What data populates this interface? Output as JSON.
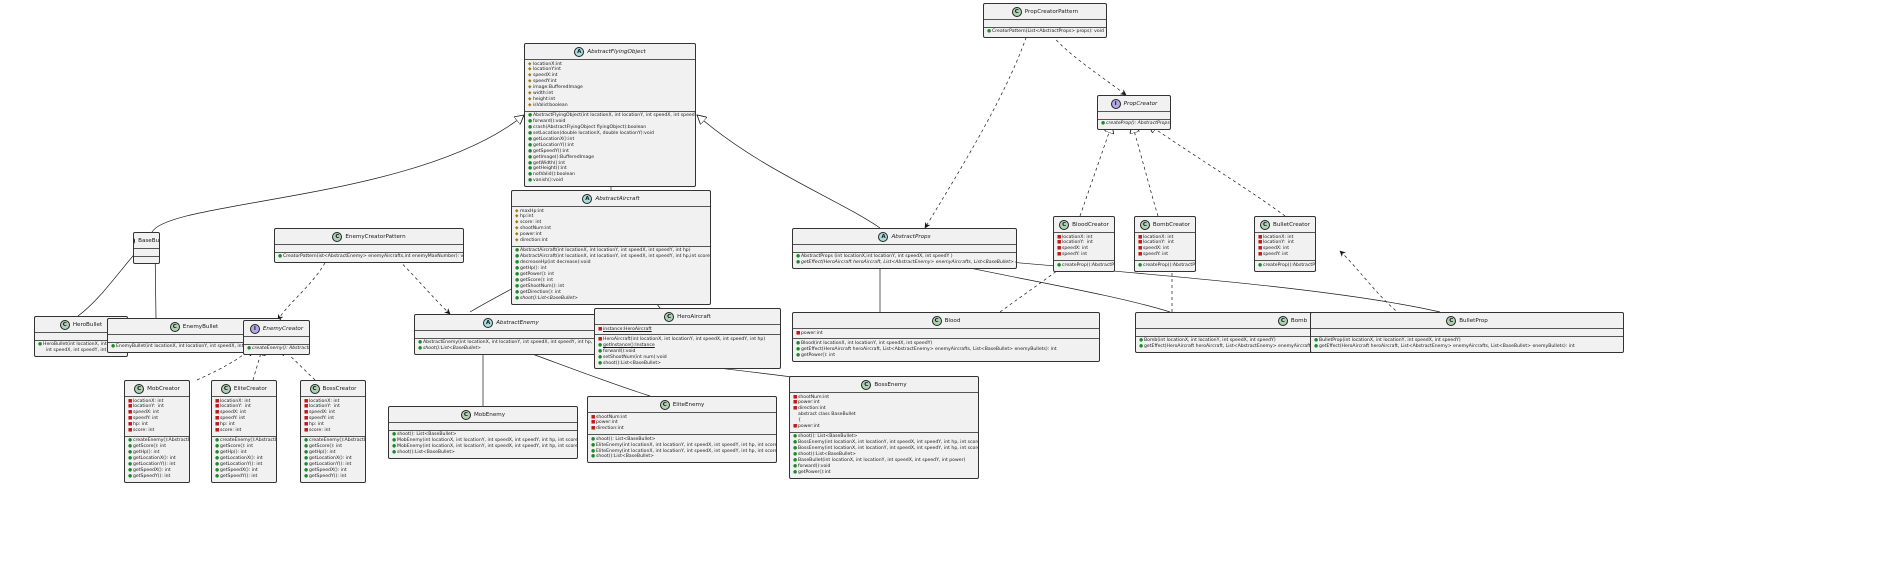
{
  "colors": {
    "class_badge": "#add1b2",
    "abstract_badge": "#a9dcdf",
    "interface_badge": "#b4a7e5",
    "box_fill": "#f1f1f1",
    "public": "#1d8a2a",
    "protected": "#a07d12",
    "private": "#c21a1a"
  },
  "classes": [
    {
      "id": "propcreatorpattern",
      "name": "PropCreatorPattern",
      "kind": "C",
      "fields": [],
      "methods": [
        {
          "v": "+",
          "t": "CreatorPattern(List<AbstractProps> props): void"
        }
      ]
    },
    {
      "id": "abstractflyingobject",
      "name": "AbstractFlyingObject",
      "kind": "A",
      "fields": [
        {
          "v": "#",
          "t": "locationX:int"
        },
        {
          "v": "#",
          "t": "locationY:int"
        },
        {
          "v": "#",
          "t": "speedX:int"
        },
        {
          "v": "#",
          "t": "speedY:int"
        },
        {
          "v": "#",
          "t": "image:BufferedImage"
        },
        {
          "v": "#",
          "t": "width:int"
        },
        {
          "v": "#",
          "t": "height:int"
        },
        {
          "v": "#",
          "t": "isValid:boolean"
        }
      ],
      "methods": [
        {
          "v": "+",
          "t": "AbstractFlyingObject(int locationX, int locationY, int speedX, int speedY)"
        },
        {
          "v": "+",
          "t": "forward():void"
        },
        {
          "v": "+",
          "t": "crash(AbstractFlyingObject flyingObject):boolean"
        },
        {
          "v": "+",
          "t": "setLocation(double locationX, double locationY):void"
        },
        {
          "v": "+",
          "t": "getLocationX():int"
        },
        {
          "v": "+",
          "t": "getLocationY():int"
        },
        {
          "v": "+",
          "t": "getSpeedY():int"
        },
        {
          "v": "+",
          "t": "getImage():BufferedImage"
        },
        {
          "v": "+",
          "t": "getWidth():int"
        },
        {
          "v": "+",
          "t": "getHeight():int"
        },
        {
          "v": "+",
          "t": "notValid():boolean"
        },
        {
          "v": "+",
          "t": "vanish():void"
        }
      ]
    },
    {
      "id": "propcreator",
      "name": "PropCreator",
      "kind": "I",
      "fields": [],
      "methods": [
        {
          "v": "+",
          "t": "createProp(): AbstractProps",
          "it": true
        }
      ]
    },
    {
      "id": "abstractaircraft",
      "name": "AbstractAircraft",
      "kind": "A",
      "fields": [
        {
          "v": "#",
          "t": "maxHp:int"
        },
        {
          "v": "#",
          "t": "hp:int"
        },
        {
          "v": "#",
          "t": "score: int"
        },
        {
          "v": "#",
          "t": "shootNum:int"
        },
        {
          "v": "#",
          "t": "power:int"
        },
        {
          "v": "#",
          "t": "direction:int"
        }
      ],
      "methods": [
        {
          "v": "+",
          "t": "AbstractAircraft(int locationX, int locationY, int speedX, int speedY, int hp)"
        },
        {
          "v": "+",
          "t": "AbstractAircraft(int locationX, int locationY, int speedX, int speedY, int hp,int score)"
        },
        {
          "v": "+",
          "t": "decreaseHp(int decrease):void"
        },
        {
          "v": "+",
          "t": "getHp(): int"
        },
        {
          "v": "+",
          "t": "getPower(): int"
        },
        {
          "v": "+",
          "t": "getScore(): int"
        },
        {
          "v": "+",
          "t": "getShootNum(): int"
        },
        {
          "v": "+",
          "t": "getDirection(): int"
        },
        {
          "v": "+",
          "t": "shoot():List<BaseBullet>",
          "it": true
        }
      ]
    },
    {
      "id": "abstractprops",
      "name": "AbstractProps",
      "kind": "A",
      "fields": [],
      "methods": [
        {
          "v": "+",
          "t": "AbstractProps (int locationX,int locationY, int speedX, int speedY )"
        },
        {
          "v": "+",
          "t": "getEffect(HeroAircraft heroAircraft, List<AbstractEnemy> enemyAircrafts, List<BaseBullet> enemyBullets):int",
          "it": true
        }
      ]
    },
    {
      "id": "bloodcreator",
      "name": "BloodCreator",
      "kind": "C",
      "fields": [
        {
          "v": "-",
          "t": "locationX: int"
        },
        {
          "v": "-",
          "t": "locationY:  int"
        },
        {
          "v": "-",
          "t": "speedX: int"
        },
        {
          "v": "-",
          "t": "speedY: int"
        }
      ],
      "methods": [
        {
          "v": "+",
          "t": "createProp():AbstractProps"
        }
      ]
    },
    {
      "id": "bombcreator",
      "name": "BombCreator",
      "kind": "C",
      "fields": [
        {
          "v": "-",
          "t": "locationX: int"
        },
        {
          "v": "-",
          "t": "locationY:  int"
        },
        {
          "v": "-",
          "t": "speedX: int"
        },
        {
          "v": "-",
          "t": "speedY: int"
        }
      ],
      "methods": [
        {
          "v": "+",
          "t": "createProp():AbstractProps"
        }
      ]
    },
    {
      "id": "bulletcreator",
      "name": "BulletCreator",
      "kind": "C",
      "fields": [
        {
          "v": "-",
          "t": "locationX: int"
        },
        {
          "v": "-",
          "t": "locationY:  int"
        },
        {
          "v": "-",
          "t": "speedX: int"
        },
        {
          "v": "-",
          "t": "speedY: int"
        }
      ],
      "methods": [
        {
          "v": "+",
          "t": "createProp():AbstractProps"
        }
      ]
    },
    {
      "id": "basebullet",
      "name": "BaseBullet",
      "kind": "C",
      "fields": [],
      "methods": []
    },
    {
      "id": "enemycreatorpattern",
      "name": "EnemyCreatorPattern",
      "kind": "C",
      "fields": [],
      "methods": [
        {
          "v": "+",
          "t": "CreatorPattern(ist<AbstractEnemy> enemyAircrafts,int enemyMaxNumber): void"
        }
      ]
    },
    {
      "id": "herobullet",
      "name": "HeroBullet",
      "kind": "C",
      "fields": [],
      "methods": [
        {
          "v": "+",
          "t": "HeroBullet(int locationX, int locationY,"
        },
        {
          "v": "",
          "t": "  int speedX, int speedY, int power)"
        }
      ]
    },
    {
      "id": "enemybullet",
      "name": "EnemyBullet",
      "kind": "C",
      "fields": [],
      "methods": [
        {
          "v": "+",
          "t": "EnemyBullet(int locationX, int locationY, int speedX, int speedY, int power)"
        }
      ]
    },
    {
      "id": "enemycreator",
      "name": "EnemyCreator",
      "kind": "I",
      "fields": [],
      "methods": [
        {
          "v": "+",
          "t": "createEnemy(): AbstractEnemy",
          "it": true
        }
      ]
    },
    {
      "id": "abstractenemy",
      "name": "AbstractEnemy",
      "kind": "A",
      "fields": [],
      "methods": [
        {
          "v": "+",
          "t": "AbstractEnemy(int locationX, int locationY, int speedX, int speedY, int hp, int score)"
        },
        {
          "v": "+",
          "t": "shoot():List<BaseBullet>",
          "it": true
        }
      ]
    },
    {
      "id": "heroaircraft",
      "name": "HeroAircraft",
      "kind": "C",
      "fields": [
        {
          "v": "-",
          "t": "instance:HeroAircraft",
          "st": true
        }
      ],
      "methods": [
        {
          "v": "-",
          "t": "HeroAircraft(int locationX, int locationY, int speedX, int speedY, int hp)"
        },
        {
          "v": "+",
          "t": "getInstance():Instance",
          "st": true
        },
        {
          "v": "+",
          "t": "forward():void"
        },
        {
          "v": "+",
          "t": "setShootNum(int num):void"
        },
        {
          "v": "+",
          "t": "shoot():List<BaseBullet>"
        }
      ]
    },
    {
      "id": "blood",
      "name": "Blood",
      "kind": "C",
      "fields": [
        {
          "v": "-",
          "t": "power:int"
        }
      ],
      "methods": [
        {
          "v": "+",
          "t": "Blood(int locationX, int locationY, int speedX, int speedY)"
        },
        {
          "v": "+",
          "t": "getEffect(HeroAircraft heroAircraft, List<AbstractEnemy> enemyAircrafts, List<BaseBullet> enemyBullets): int"
        },
        {
          "v": "+",
          "t": "getPower(): int"
        }
      ]
    },
    {
      "id": "bomb",
      "name": "Bomb",
      "kind": "C",
      "fields": [],
      "methods": [
        {
          "v": "+",
          "t": "Bomb(int locationX, int locationY, int speedX, int speedY)"
        },
        {
          "v": "+",
          "t": "getEffect(HeroAircraft heroAircraft, List<AbstractEnemy> enemyAircrafts, List<BaseBullet> enemyBullets): int"
        }
      ]
    },
    {
      "id": "bulletprop",
      "name": "BulletProp",
      "kind": "C",
      "fields": [],
      "methods": [
        {
          "v": "+",
          "t": "BulletProp(int locationX, int locationY, int speedX, int speedY)"
        },
        {
          "v": "+",
          "t": "getEffect(HeroAircraft heroAircraft, List<AbstractEnemy> enemyAircrafts, List<BaseBullet> enemyBullets): int"
        }
      ]
    },
    {
      "id": "mobcreator",
      "name": "MobCreator",
      "kind": "C",
      "fields": [
        {
          "v": "-",
          "t": "locationX: int"
        },
        {
          "v": "-",
          "t": "locationY:  int"
        },
        {
          "v": "-",
          "t": "speedX: int"
        },
        {
          "v": "-",
          "t": "speedY: int"
        },
        {
          "v": "-",
          "t": "hp: int"
        },
        {
          "v": "-",
          "t": "score: int"
        }
      ],
      "methods": [
        {
          "v": "+",
          "t": "createEnemy():AbstractEnemy"
        },
        {
          "v": "+",
          "t": "getScore(): int"
        },
        {
          "v": "+",
          "t": "getHp(): int"
        },
        {
          "v": "+",
          "t": "getLocationX(): int"
        },
        {
          "v": "+",
          "t": "getLocationY(): int"
        },
        {
          "v": "+",
          "t": "getSpeedX(): int"
        },
        {
          "v": "+",
          "t": "getSpeedY(): int"
        }
      ]
    },
    {
      "id": "elitecreator",
      "name": "EliteCreator",
      "kind": "C",
      "fields": [
        {
          "v": "-",
          "t": "locationX: int"
        },
        {
          "v": "-",
          "t": "locationY:  int"
        },
        {
          "v": "-",
          "t": "speedX: int"
        },
        {
          "v": "-",
          "t": "speedY: int"
        },
        {
          "v": "-",
          "t": "hp: int"
        },
        {
          "v": "-",
          "t": "score: int"
        }
      ],
      "methods": [
        {
          "v": "+",
          "t": "createEnemy():AbstractEnemy"
        },
        {
          "v": "+",
          "t": "getScore(): int"
        },
        {
          "v": "+",
          "t": "getHp(): int"
        },
        {
          "v": "+",
          "t": "getLocationX(): int"
        },
        {
          "v": "+",
          "t": "getLocationY(): int"
        },
        {
          "v": "+",
          "t": "getSpeedX(): int"
        },
        {
          "v": "+",
          "t": "getSpeedY(): int"
        }
      ]
    },
    {
      "id": "bosscreator",
      "name": "BossCreator",
      "kind": "C",
      "fields": [
        {
          "v": "-",
          "t": "locationX: int"
        },
        {
          "v": "-",
          "t": "locationY:  int"
        },
        {
          "v": "-",
          "t": "speedX: int"
        },
        {
          "v": "-",
          "t": "speedY: int"
        },
        {
          "v": "-",
          "t": "hp: int"
        },
        {
          "v": "-",
          "t": "score: int"
        }
      ],
      "methods": [
        {
          "v": "+",
          "t": "createEnemy():AbstractEnemy"
        },
        {
          "v": "+",
          "t": "getScore(): int"
        },
        {
          "v": "+",
          "t": "getHp(): int"
        },
        {
          "v": "+",
          "t": "getLocationX(): int"
        },
        {
          "v": "+",
          "t": "getLocationY(): int"
        },
        {
          "v": "+",
          "t": "getSpeedX(): int"
        },
        {
          "v": "+",
          "t": "getSpeedY(): int"
        }
      ]
    },
    {
      "id": "mobenemy",
      "name": "MobEnemy",
      "kind": "C",
      "fields": [],
      "methods": [
        {
          "v": "+",
          "t": "shoot(): List<BaseBullet>"
        },
        {
          "v": "+",
          "t": "MobEnemy(int locationX, int locationY, int speedX, int speedY, int hp, int score)"
        },
        {
          "v": "+",
          "t": "MobEnemy(int locationX, int locationY, int speedX, int speedY, int hp, int score)"
        },
        {
          "v": "+",
          "t": "shoot():List<BaseBullet>"
        }
      ]
    },
    {
      "id": "eliteenemy",
      "name": "EliteEnemy",
      "kind": "C",
      "fields": [
        {
          "v": "-",
          "t": "shootNum:int"
        },
        {
          "v": "-",
          "t": "power:int"
        },
        {
          "v": "-",
          "t": "direction:int"
        }
      ],
      "methods": [
        {
          "v": "+",
          "t": "shoot(): List<BaseBullet>"
        },
        {
          "v": "+",
          "t": "EliteEnemy(int locationX, int locationY, int speedX, int speedY, int hp, int score)"
        },
        {
          "v": "+",
          "t": "EliteEnemy(int locationX, int locationY, int speedX, int speedY, int hp, int score)"
        },
        {
          "v": "+",
          "t": "shoot():List<BaseBullet>"
        }
      ]
    },
    {
      "id": "bossenemy",
      "name": "BossEnemy",
      "kind": "C",
      "fields": [
        {
          "v": "-",
          "t": "shootNum:int"
        },
        {
          "v": "-",
          "t": "power:int"
        },
        {
          "v": "-",
          "t": "direction:int"
        },
        {
          "v": "",
          "t": ""
        },
        {
          "v": "",
          "t": "abstract class BaseBullet"
        },
        {
          "v": "",
          "t": "{"
        },
        {
          "v": "-",
          "t": "power:int"
        }
      ],
      "methods": [
        {
          "v": "+",
          "t": "shoot(): List<BaseBullet>"
        },
        {
          "v": "+",
          "t": "BossEnemy(int locationX, int locationY, int speedX, int speedY, int hp, int score)"
        },
        {
          "v": "+",
          "t": "BossEnemy(int locationX, int locationY, int speedX, int speedY, int hp, int score)"
        },
        {
          "v": "+",
          "t": "shoot():List<BaseBullet>"
        },
        {
          "v": "+",
          "t": "BaseBullet(int locationX, int locationY, int speedX, int speedY, int power)"
        },
        {
          "v": "+",
          "t": "forward():void"
        },
        {
          "v": "+",
          "t": "getPower():int"
        }
      ]
    }
  ]
}
